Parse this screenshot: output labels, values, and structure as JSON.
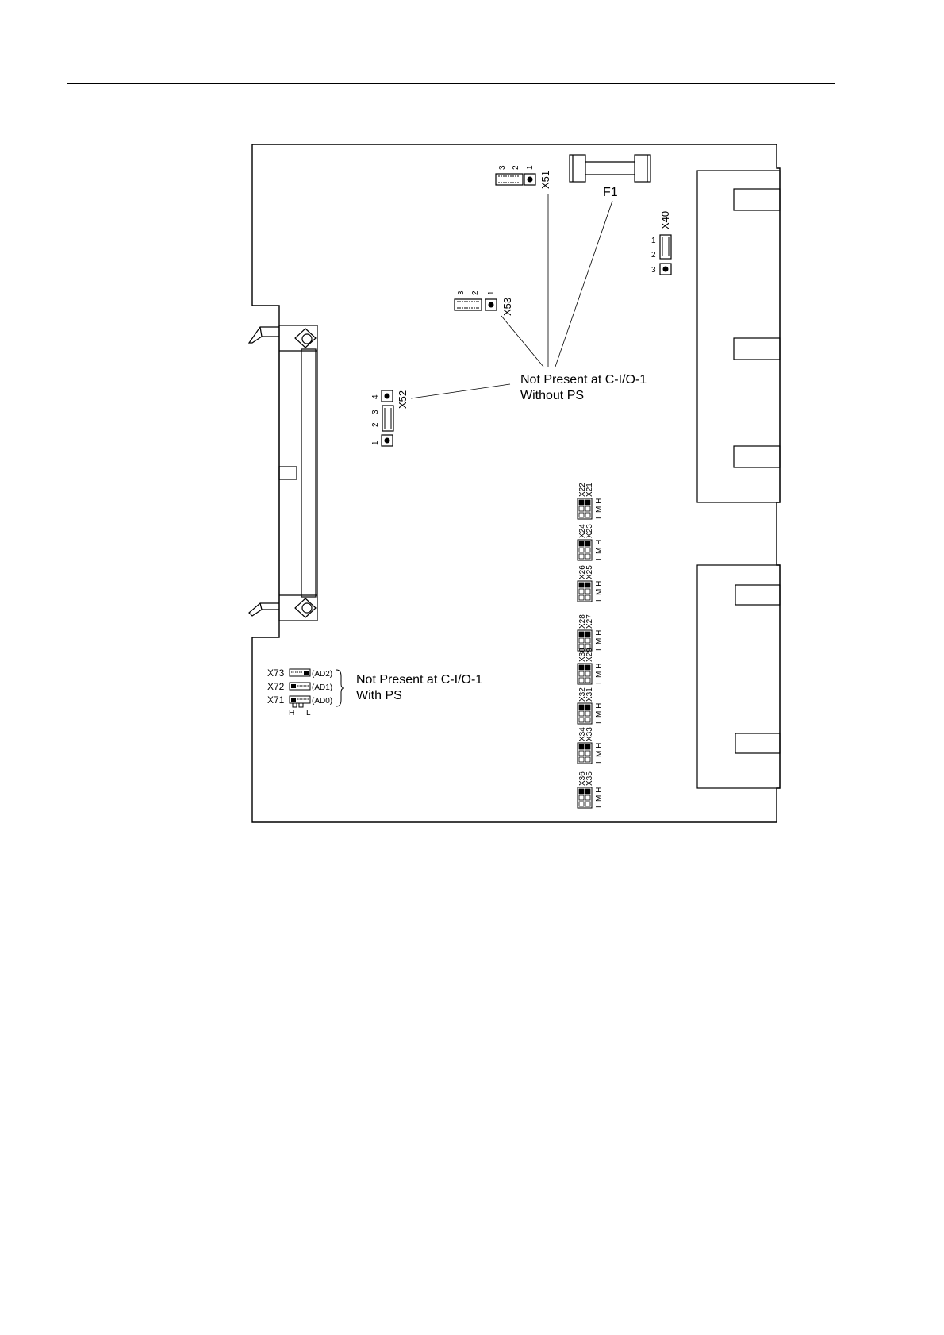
{
  "callouts": {
    "without_ps": {
      "line1": "Not Present at C-I/O-1",
      "line2": "Without PS"
    },
    "with_ps": {
      "line1": "Not Present at C-I/O-1",
      "line2": "With PS"
    }
  },
  "fuse": {
    "label": "F1"
  },
  "connectors": {
    "x51": {
      "label": "X51",
      "pins": [
        "3",
        "2",
        "1"
      ]
    },
    "x53": {
      "label": "X53",
      "pins": [
        "3",
        "2",
        "1"
      ]
    },
    "x52": {
      "label": "X52",
      "pins": [
        "4",
        "3",
        "2",
        "1"
      ]
    },
    "x40": {
      "label": "X40",
      "pins": [
        "1",
        "2",
        "3"
      ]
    }
  },
  "address_jumpers": {
    "rows": [
      {
        "name": "X73",
        "addr": "(AD2)"
      },
      {
        "name": "X72",
        "addr": "(AD1)"
      },
      {
        "name": "X71",
        "addr": "(AD0)"
      }
    ],
    "h_label": "H",
    "l_label": "L"
  },
  "jumper_pairs": {
    "lmh": "L M H",
    "pairs": [
      {
        "a": "X22",
        "b": "X21"
      },
      {
        "a": "X24",
        "b": "X23"
      },
      {
        "a": "X26",
        "b": "X25"
      },
      {
        "a": "X28",
        "b": "X27"
      },
      {
        "a": "X30",
        "b": "X29"
      },
      {
        "a": "X32",
        "b": "X31"
      },
      {
        "a": "X34",
        "b": "X33"
      },
      {
        "a": "X36",
        "b": "X35"
      }
    ]
  }
}
